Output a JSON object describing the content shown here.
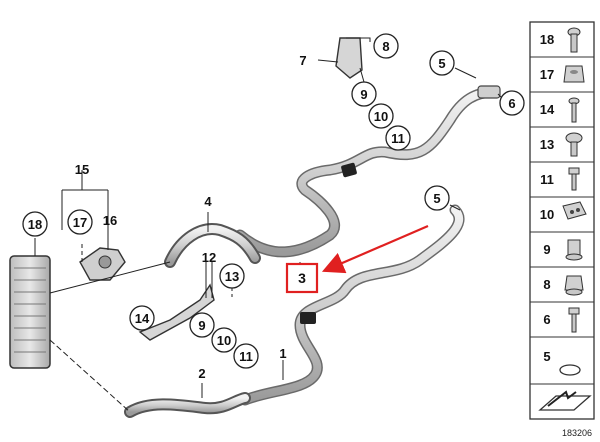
{
  "callouts": [
    "18",
    "17",
    "16",
    "15",
    "4",
    "12",
    "13",
    "14",
    "9",
    "10",
    "11",
    "2",
    "1",
    "7",
    "8",
    "9",
    "10",
    "11",
    "5",
    "6",
    "5"
  ],
  "highlight": {
    "label": "3",
    "color": "#e02020"
  },
  "legend": [
    "18",
    "17",
    "14",
    "13",
    "11",
    "10",
    "9",
    "8",
    "6",
    "5"
  ],
  "doc_id": "183206",
  "colors": {
    "arrow": "#e02020",
    "line": "#222222",
    "pipe_fill": "#d9d9d9",
    "legend_border": "#333333"
  }
}
